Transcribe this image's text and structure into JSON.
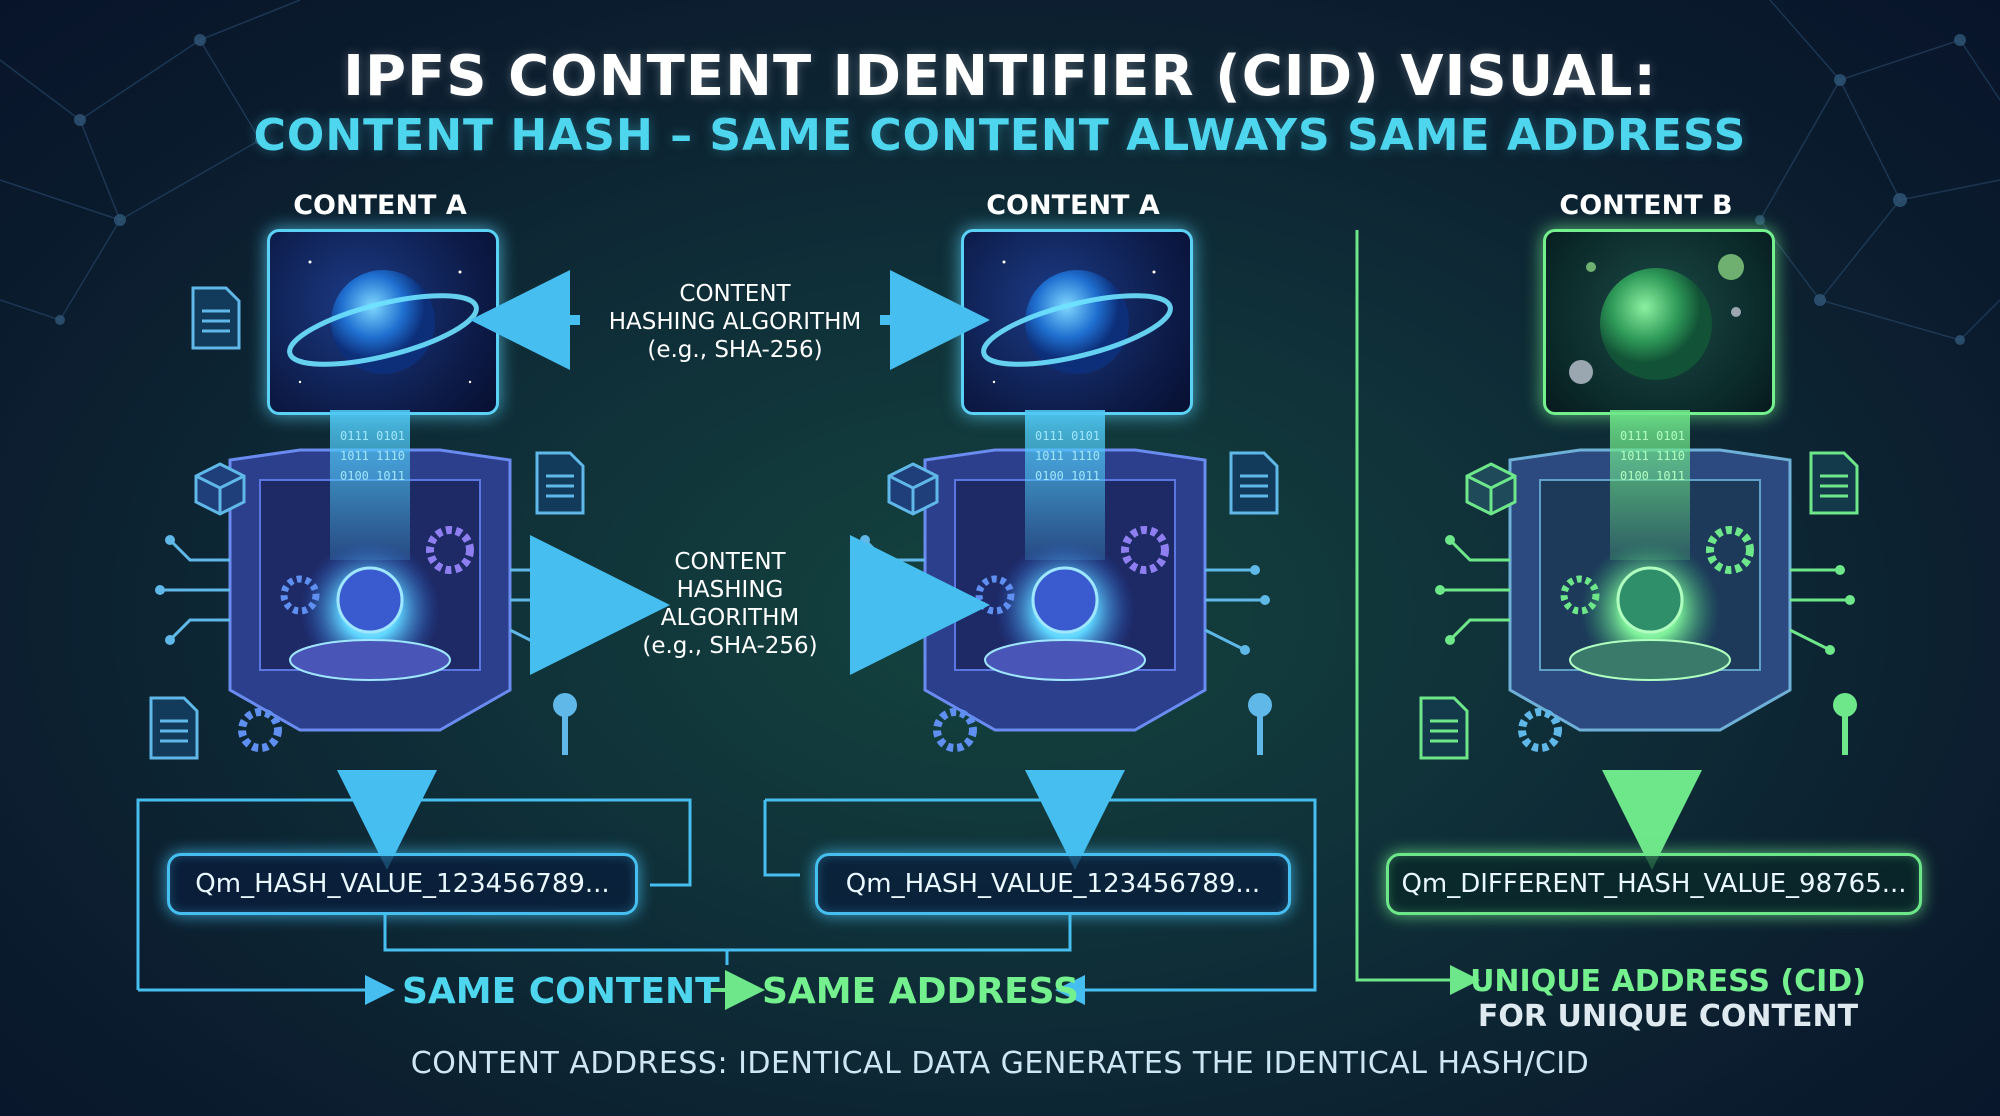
{
  "title": "IPFS CONTENT IDENTIFIER (CID) VISUAL:",
  "subtitle": "CONTENT HASH – SAME CONTENT ALWAYS SAME ADDRESS",
  "columns": [
    {
      "label": "CONTENT A",
      "hash": "Qm_HASH_VALUE_123456789...",
      "theme": "blue"
    },
    {
      "label": "CONTENT A",
      "hash": "Qm_HASH_VALUE_123456789...",
      "theme": "blue"
    },
    {
      "label": "CONTENT B",
      "hash": "Qm_DIFFERENT_HASH_VALUE_98765...",
      "theme": "green"
    }
  ],
  "algo_labels": {
    "top": [
      "CONTENT",
      "HASHING ALGORITHM",
      "(e.g., SHA-256)"
    ],
    "middle": [
      "CONTENT",
      "HASHING",
      "ALGORITHM",
      "(e.g., SHA-256)"
    ]
  },
  "same_content": {
    "part1": "SAME CONTENT",
    "part2": "SAME ADDRESS"
  },
  "unique": {
    "line1": "UNIQUE ADDRESS (CID)",
    "line2": "FOR UNIQUE CONTENT"
  },
  "footer": "CONTENT ADDRESS: IDENTICAL DATA GENERATES THE IDENTICAL HASH/CID",
  "colors": {
    "blue": "#46bff0",
    "green": "#6ee78a",
    "text_cyan": "#4ed6ee"
  },
  "icons": [
    "document-icon",
    "cube-icon",
    "gear-icon",
    "key-icon",
    "planet-icon",
    "hash-machine-icon",
    "circuit-icon",
    "binary-stream-icon"
  ]
}
